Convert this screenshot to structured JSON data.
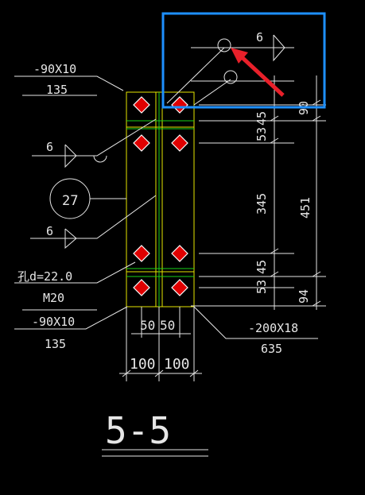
{
  "drawing": {
    "colors": {
      "background": "#000000",
      "line": "#e6e6e6",
      "plate_outline": "#e6e600",
      "center_lines": "#19d219",
      "bolt_fill": "#e00000",
      "highlight_box": "#1e90ff",
      "pointer_arrow": "#e8202a"
    },
    "labels": {
      "top_plate_size": "-90X10",
      "top_plate_len": "135",
      "weld_top": "6",
      "weld_mid1": "6",
      "weld_mid2": "6",
      "circle_ref": "27",
      "hole_note": "孔d=22.0",
      "bolt_spec": "M20",
      "bottom_plate_size": "-90X10",
      "bottom_plate_len": "135",
      "main_plate_size": "-200X18",
      "main_plate_len": "635",
      "dim_top_right": "90",
      "dim_mid_right": "451",
      "dim_bottom_right": "94",
      "dim_v1": "53",
      "dim_v2": "45",
      "dim_v3": "345",
      "dim_v4": "45",
      "dim_v5": "53",
      "dim_h_50a": "50",
      "dim_h_50b": "50",
      "dim_h_100a": "100",
      "dim_h_100b": "100",
      "section_title": "5-5"
    }
  }
}
